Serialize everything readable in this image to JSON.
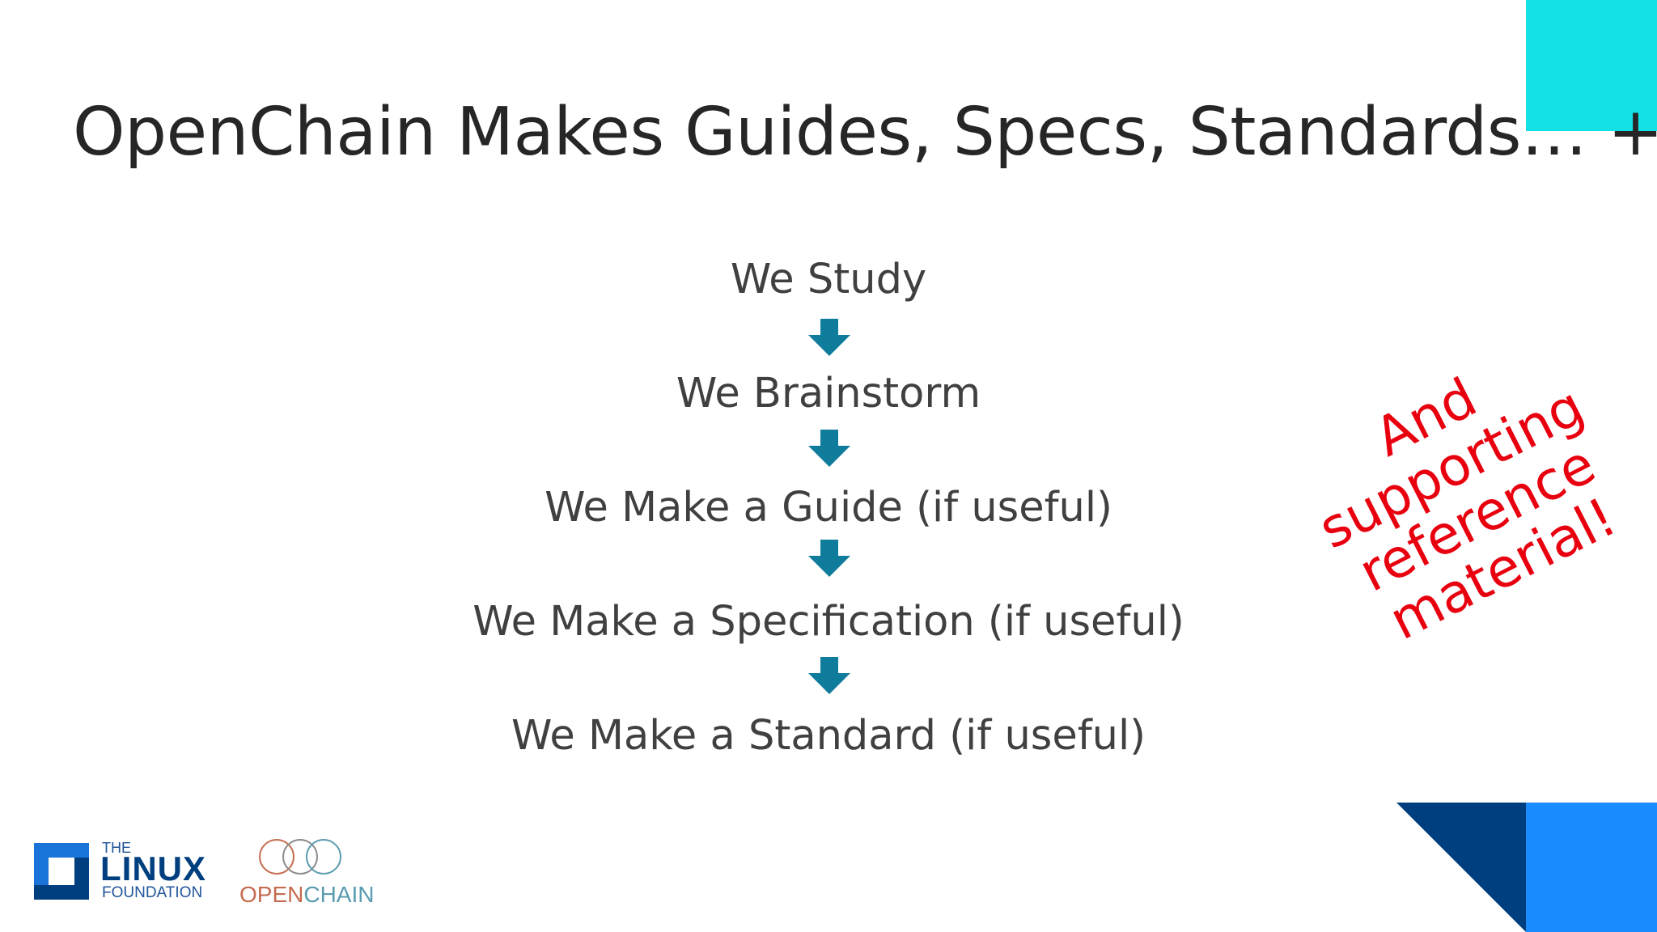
{
  "slide": {
    "title": "OpenChain Makes Guides, Specs, Standards… +",
    "steps": [
      "We Study",
      "We Brainstorm",
      "We Make a Guide (if useful)",
      "We Make a Specification (if useful)",
      "We Make a Standard (if useful)"
    ],
    "arrow_icon": "down-arrow-icon",
    "callout_lines": [
      "And",
      "supporting",
      "reference",
      "material!"
    ]
  },
  "logos": {
    "linux_foundation": {
      "the": "THE",
      "linux": "LINUX",
      "foundation": "FOUNDATION"
    },
    "openchain": {
      "open": "OPEN",
      "chain": "CHAIN"
    }
  },
  "colors": {
    "teal_corner": "#13e1e6",
    "arrow": "#0e7c9a",
    "callout": "#e8000f",
    "dark_blue": "#003f7f",
    "light_blue": "#1a8cff"
  }
}
